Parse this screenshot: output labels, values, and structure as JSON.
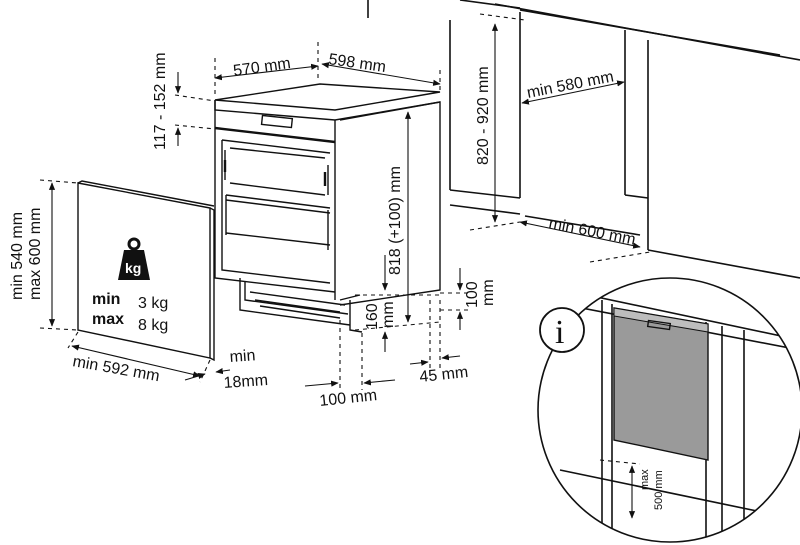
{
  "dimensions": {
    "depth": "570 mm",
    "width": "598 mm",
    "plinth_gap": "117 - 152 mm",
    "appliance_height": "818 (+100) mm",
    "plinth_height": "160",
    "plinth_height_unit": "mm",
    "foot_adjust": "100",
    "foot_adjust_unit": "mm",
    "plinth_setback": "100 mm",
    "rear_clearance": "45 mm",
    "niche_height": "820 - 920 mm",
    "niche_depth": "min 580 mm",
    "niche_width": "min 600 mm"
  },
  "door_panel": {
    "height_min": "min 540 mm",
    "height_max": "max 600 mm",
    "width_min": "min 592 mm",
    "thickness_min": "min",
    "thickness_value": "18mm",
    "weight_icon_label": "kg",
    "weight_min_word": "min",
    "weight_min_value": "3 kg",
    "weight_max_word": "max",
    "weight_max_value": "8 kg"
  },
  "info_callout": {
    "icon_glyph": "i",
    "max_word": "max",
    "max_value": "500 mm"
  }
}
